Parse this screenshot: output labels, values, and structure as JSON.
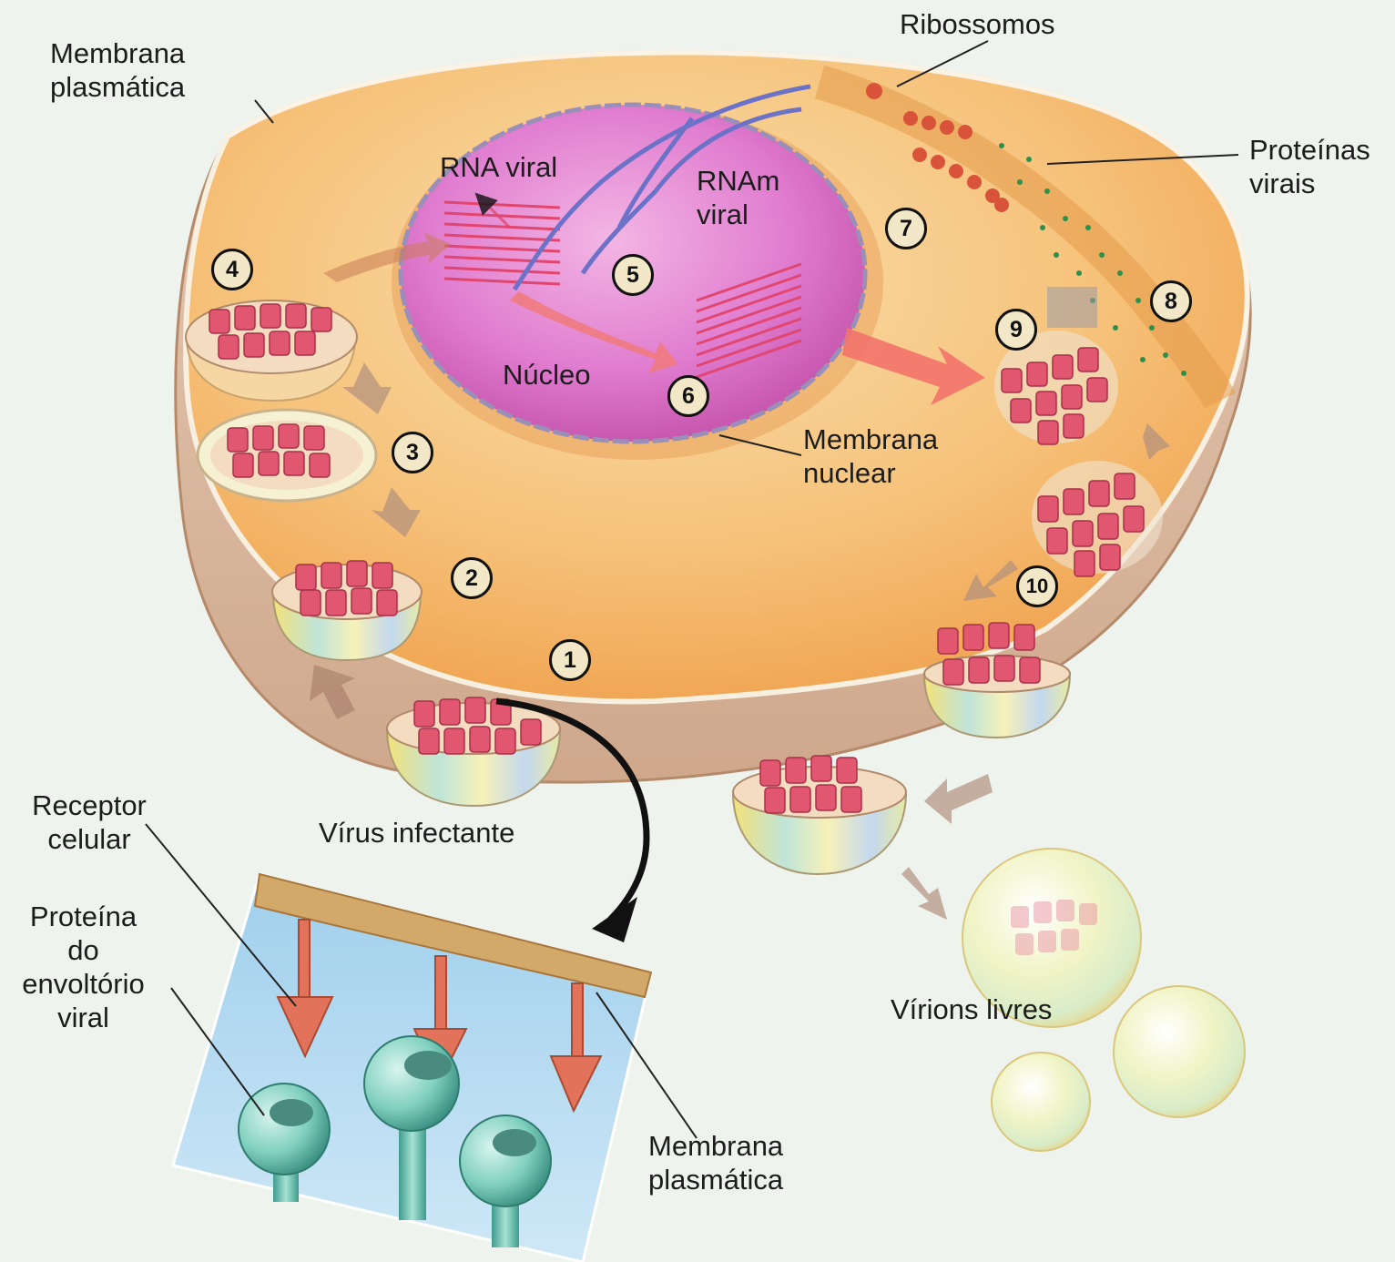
{
  "labels": {
    "membrana_plasmatica_top": [
      "Membrana",
      "plasmática"
    ],
    "ribossomos": "Ribossomos",
    "proteinas_virais": [
      "Proteínas",
      "virais"
    ],
    "rna_viral": "RNA viral",
    "rnam_viral": [
      "RNAm",
      "viral"
    ],
    "nucleo": "Núcleo",
    "membrana_nuclear": [
      "Membrana",
      "nuclear"
    ],
    "virus_infectante": "Vírus infectante",
    "receptor_celular": [
      "Receptor",
      "celular"
    ],
    "proteina_envoltorio": [
      "Proteína",
      "do",
      "envoltório",
      "viral"
    ],
    "membrana_plasmatica_bottom": [
      "Membrana",
      "plasmática"
    ],
    "virions_livres": "Vírions livres"
  },
  "steps": [
    "1",
    "2",
    "3",
    "4",
    "5",
    "6",
    "7",
    "8",
    "9",
    "10"
  ],
  "colors": {
    "background": "#eef3ee",
    "cytoplasm": "#f3a853",
    "nucleus": "#dc6fc6",
    "capsid": "#e0576f",
    "receptor": "#e2725a",
    "envelope_protein": "#6fc3b3",
    "inset_bg": "#a9d6ee"
  }
}
